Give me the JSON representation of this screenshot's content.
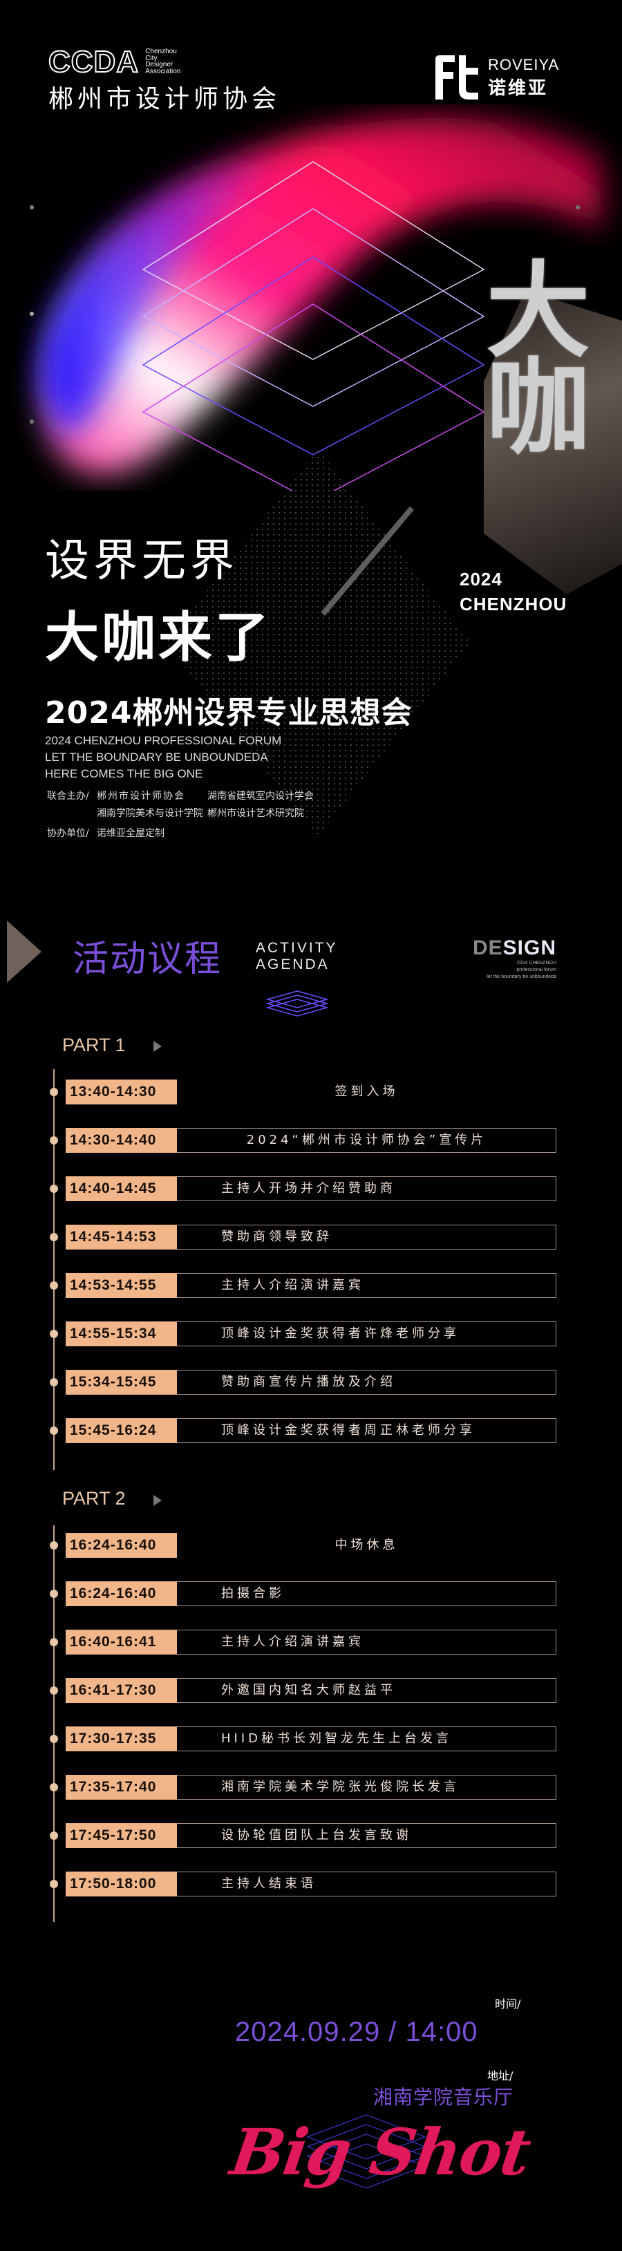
{
  "header": {
    "ccda": {
      "mark": "CCDA",
      "sub_lines": [
        "Chenzhou",
        "City",
        "Designer",
        "Association"
      ],
      "name_cn": "郴州市设计师协会"
    },
    "sponsor": {
      "name_en": "ROVEIYA",
      "name_cn": "诺维亚"
    }
  },
  "hero": {
    "calligraphy": "大咖",
    "year": "2024",
    "city": "CHENZHOU",
    "title_line1": "设界无界",
    "title_line2": "大咖来了",
    "event_title": "2024郴州设界专业思想会",
    "en_lines": [
      "2024 CHENZHOU PROFESSIONAL FORUM",
      "LET THE BOUNDARY BE UNBOUNDEDA",
      "HERE COMES THE BIG ONE"
    ],
    "organizers": {
      "co_host_label": "联合主办/",
      "co_hosts": [
        "郴州市设计师协会",
        "湖南省建筑室内设计学会",
        "湘南学院美术与设计学院",
        "郴州市设计艺术研究院"
      ],
      "assist_label": "协办单位/",
      "assist": "诺维亚全屋定制"
    }
  },
  "agenda": {
    "title_cn": "活动议程",
    "title_en_1": "ACTIVITY",
    "title_en_2": "AGENDA",
    "design_word_gray": "DE",
    "design_word_white": "SIGN",
    "design_sub": [
      "2024 CHENZHOU",
      "professional forum",
      "let the boundary be unboundeda"
    ],
    "parts": [
      {
        "label": "PART 1",
        "items": [
          {
            "time": "13:40-14:30",
            "desc": "签到入场",
            "style": "nobox"
          },
          {
            "time": "14:30-14:40",
            "desc": "2024“郴州市设计师协会”宣传片",
            "style": "center"
          },
          {
            "time": "14:40-14:45",
            "desc": "主持人开场并介绍赞助商",
            "style": ""
          },
          {
            "time": "14:45-14:53",
            "desc": "赞助商领导致辞",
            "style": ""
          },
          {
            "time": "14:53-14:55",
            "desc": "主持人介绍演讲嘉宾",
            "style": ""
          },
          {
            "time": "14:55-15:34",
            "desc": "顶峰设计金奖获得者许烽老师分享",
            "style": ""
          },
          {
            "time": "15:34-15:45",
            "desc": "赞助商宣传片播放及介绍",
            "style": ""
          },
          {
            "time": "15:45-16:24",
            "desc": "顶峰设计金奖获得者周正林老师分享",
            "style": ""
          }
        ]
      },
      {
        "label": "PART 2",
        "items": [
          {
            "time": "16:24-16:40",
            "desc": "中场休息",
            "style": "nobox"
          },
          {
            "time": "16:24-16:40",
            "desc": "拍摄合影",
            "style": ""
          },
          {
            "time": "16:40-16:41",
            "desc": "主持人介绍演讲嘉宾",
            "style": ""
          },
          {
            "time": "16:41-17:30",
            "desc": "外邀国内知名大师赵益平",
            "style": ""
          },
          {
            "time": "17:30-17:35",
            "desc": "HIID秘书长刘智龙先生上台发言",
            "style": ""
          },
          {
            "time": "17:35-17:40",
            "desc": "湘南学院美术学院张光俊院长发言",
            "style": ""
          },
          {
            "time": "17:45-17:50",
            "desc": "设协轮值团队上台发言致谢",
            "style": ""
          },
          {
            "time": "17:50-18:00",
            "desc": "主持人结束语",
            "style": ""
          }
        ]
      }
    ]
  },
  "footer": {
    "time_label": "时间/",
    "datetime": "2024.09.29 / 14:00",
    "address_label": "地址/",
    "address": "湘南学院音乐厅",
    "slogan": "Big Shot"
  },
  "colors": {
    "accent_purple": "#7b4fd8",
    "time_chip": "#f0b68a",
    "slogan_pink": "#e0195a",
    "background": "#000000"
  }
}
